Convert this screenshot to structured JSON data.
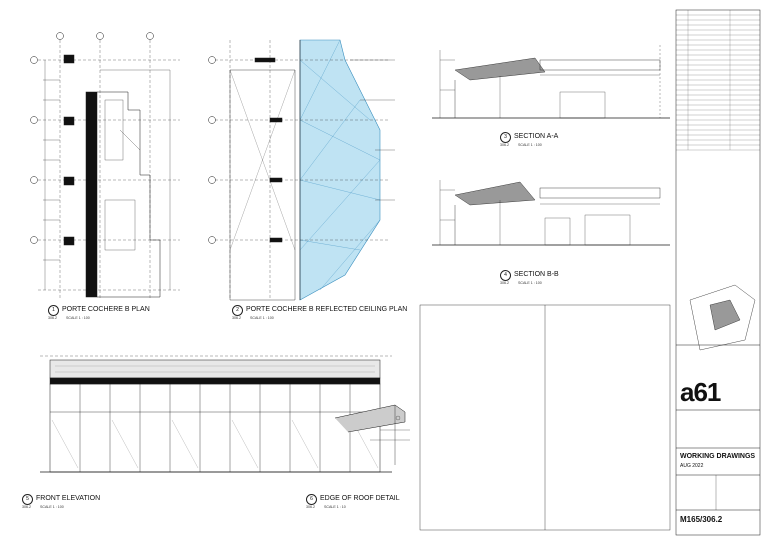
{
  "sheet": {
    "views": [
      {
        "number": "1",
        "sheet_ref": "306.2",
        "title": "PORTE COCHERE B PLAN",
        "scale": "SCALE 1 : 100"
      },
      {
        "number": "2",
        "sheet_ref": "306.2",
        "title": "PORTE COCHERE B REFLECTED CEILING PLAN",
        "scale": "SCALE 1 : 100"
      },
      {
        "number": "3",
        "sheet_ref": "306.2",
        "title": "SECTION A-A",
        "scale": "SCALE 1 : 100"
      },
      {
        "number": "4",
        "sheet_ref": "306.2",
        "title": "SECTION B-B",
        "scale": "SCALE 1 : 100"
      },
      {
        "number": "5",
        "sheet_ref": "306.2",
        "title": "FRONT ELEVATION",
        "scale": "SCALE 1 : 100"
      },
      {
        "number": "6",
        "sheet_ref": "306.2",
        "title": "EDGE OF ROOF DETAIL",
        "scale": "SCALE 1 : 10"
      }
    ],
    "title_block": {
      "firm_logo": "a61",
      "status": "WORKING DRAWINGS",
      "date": "AUG 2022",
      "drawing_number": "M165/306.2"
    },
    "colors": {
      "ceiling_fill": "#bfe3f3",
      "ceiling_stroke": "#3a8fbf",
      "line": "#1a1a1a"
    }
  }
}
